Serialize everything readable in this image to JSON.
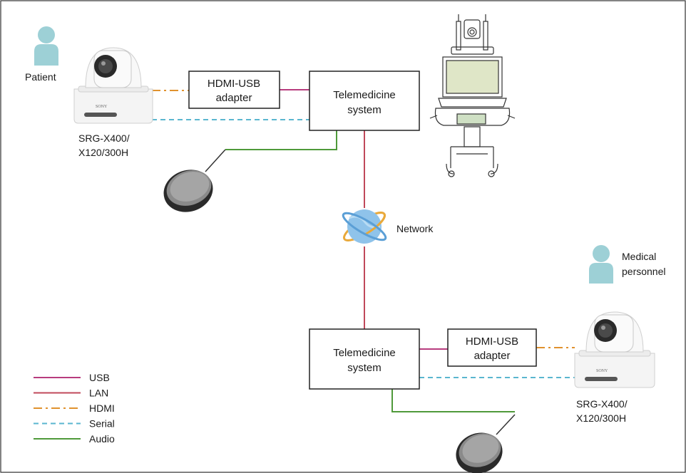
{
  "colors": {
    "usb": "#b83c7e",
    "lan": "#c0485a",
    "hdmi": "#e0922e",
    "serial": "#5ab6cf",
    "audio": "#4f9a3a",
    "person": "#9dd0d6",
    "frame": "#333333"
  },
  "top": {
    "person_label": "Patient",
    "camera_model": [
      "SRG-X400/",
      "X120/300H"
    ],
    "adapter_label": [
      "HDMI-USB",
      "adapter"
    ],
    "system_label": [
      "Telemedicine",
      "system"
    ]
  },
  "network_label": "Network",
  "bottom": {
    "person_label": [
      "Medical",
      "personnel"
    ],
    "camera_model": [
      "SRG-X400/",
      "X120/300H"
    ],
    "adapter_label": [
      "HDMI-USB",
      "adapter"
    ],
    "system_label": [
      "Telemedicine",
      "system"
    ]
  },
  "camera_brand": "SONY",
  "legend": [
    {
      "label": "USB",
      "style": "solid",
      "color_key": "usb"
    },
    {
      "label": "LAN",
      "style": "solid",
      "color_key": "lan"
    },
    {
      "label": "HDMI",
      "style": "dash-dot",
      "color_key": "hdmi"
    },
    {
      "label": "Serial",
      "style": "dashed",
      "color_key": "serial"
    },
    {
      "label": "Audio",
      "style": "solid",
      "color_key": "audio"
    }
  ],
  "icons": [
    "person-icon",
    "ptz-camera-icon",
    "speakerphone-icon",
    "medical-cart-icon",
    "network-globe-icon"
  ]
}
